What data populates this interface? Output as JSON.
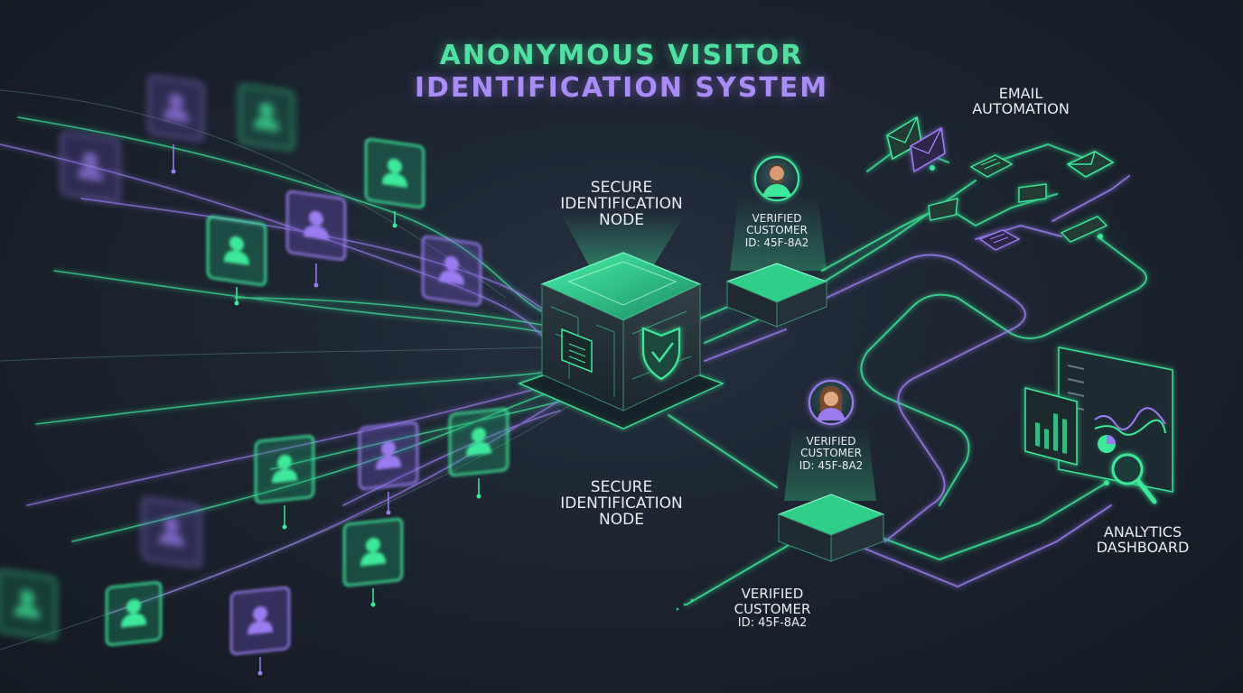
{
  "title": {
    "line1": "ANONYMOUS VISITOR",
    "line2": "IDENTIFICATION SYSTEM"
  },
  "node_top": {
    "label_lines": [
      "SECURE",
      "IDENTIFICATION",
      "NODE"
    ]
  },
  "node_bottom": {
    "label_lines": [
      "SECURE",
      "IDENTIFICATION",
      "NODE"
    ]
  },
  "customer_top": {
    "verified": "VERIFIED",
    "customer": "CUSTOMER",
    "id": "ID: 45F-8A2"
  },
  "customer_mid": {
    "verified": "VERIFIED",
    "customer": "CUSTOMER",
    "id": "ID: 45F-8A2"
  },
  "customer_bottom": {
    "verified": "VERIFIED",
    "customer": "CUSTOMER",
    "id": "ID: 45F-8A2"
  },
  "email": {
    "label_lines": [
      "EMAIL",
      "AUTOMATION"
    ]
  },
  "analytics": {
    "label_lines": [
      "ANALYTICS",
      "DASHBOARD"
    ]
  },
  "colors": {
    "background": "#1c2430",
    "green": "#3ee89a",
    "purple": "#9b7cf0",
    "text": "#e9edf2"
  },
  "icons": [
    "user-icon",
    "shield-check-icon",
    "chip-icon",
    "envelope-icon",
    "document-icon",
    "bar-chart-icon",
    "pie-chart-icon",
    "magnifier-icon",
    "avatar-icon"
  ]
}
